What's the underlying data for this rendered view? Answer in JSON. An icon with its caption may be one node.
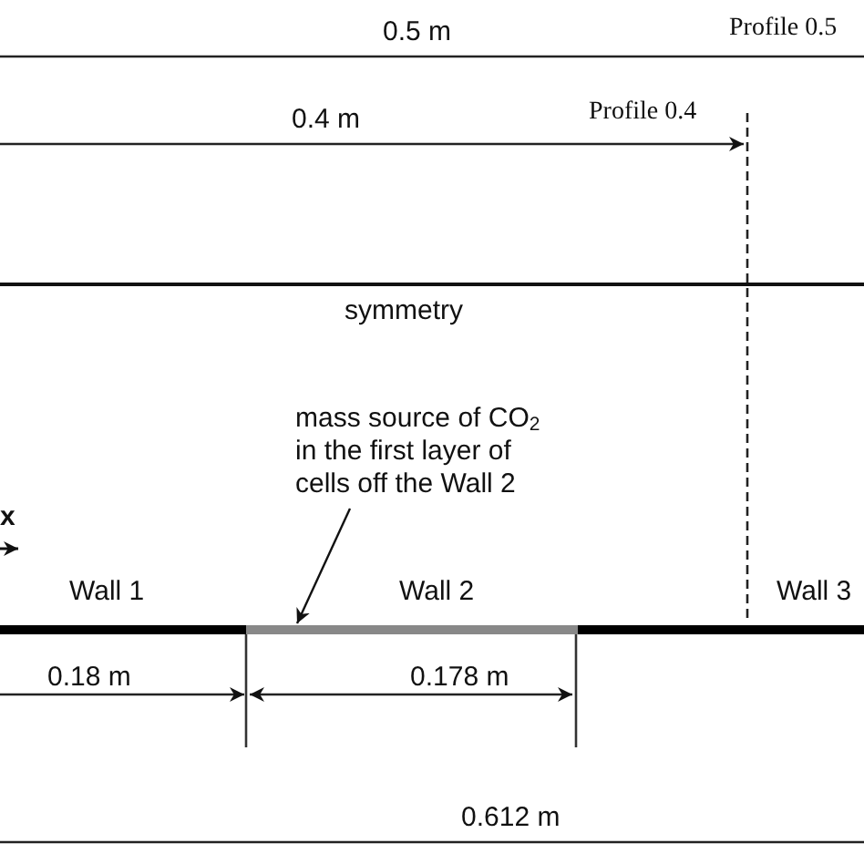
{
  "diagram": {
    "nodes": [
      {
        "text": [
          "mass source of CO$_{2}$ in the first layer of cells off the Wall 2"
        ]
      },
      {
        "text": [],
        "shape": "bar"
      }
    ],
    "edges": [
      {
        "from": 0,
        "to": 1,
        "arrow": "to"
      }
    ],
    "labels": [
      "0.5 m",
      "Profile 0.5",
      "0.4 m",
      "Profile 0.4",
      "symmetry",
      "x",
      "Wall 1",
      "Wall 2",
      "Wall 3",
      "0.18 m",
      "0.178 m",
      "0.612 m"
    ]
  }
}
